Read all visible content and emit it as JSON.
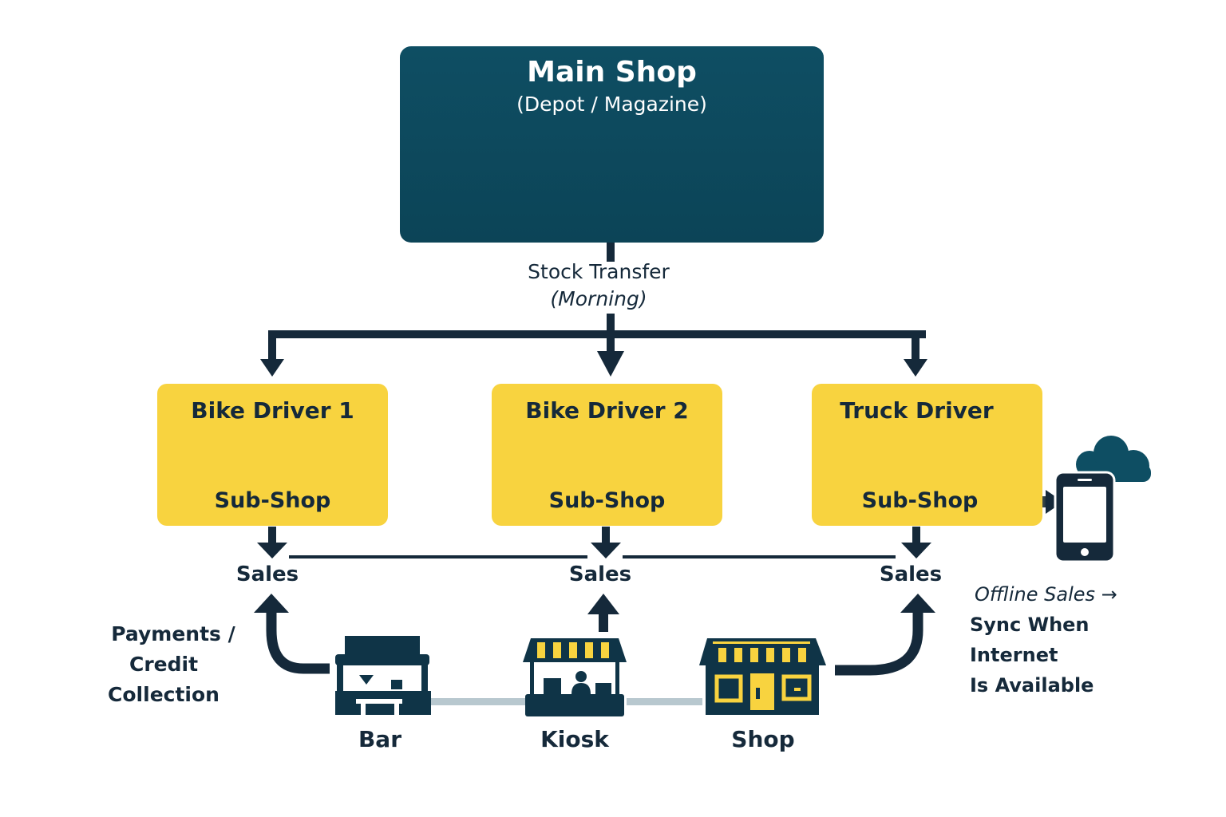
{
  "main_shop": {
    "title": "Main Shop",
    "subtitle": "(Depot / Magazine)",
    "icon": "warehouse-icon"
  },
  "transfer": {
    "label": "Stock Transfer",
    "timing": "(Morning)"
  },
  "drivers": [
    {
      "title": "Bike Driver 1",
      "role": "Sub-Shop",
      "icon": "motorbike-icon",
      "sales_label": "Sales"
    },
    {
      "title": "Bike Driver 2",
      "role": "Sub-Shop",
      "icon": "motorbike-icon",
      "sales_label": "Sales"
    },
    {
      "title": "Truck Driver",
      "role": "Sub-Shop",
      "icon": "truck-icon",
      "sales_label": "Sales"
    }
  ],
  "outlets": [
    {
      "label": "Bar",
      "icon": "bar-stall-icon"
    },
    {
      "label": "Kiosk",
      "icon": "kiosk-icon"
    },
    {
      "label": "Shop",
      "icon": "storefront-icon"
    }
  ],
  "payments_note": {
    "line1": "Payments /",
    "line2": "Credit Collection"
  },
  "sync_note": {
    "line1": "Offline Sales →",
    "line2": "Sync When Internet",
    "line3": "Is Available",
    "icons": [
      "smartphone-icon",
      "cloud-icon"
    ]
  },
  "colors": {
    "main_box": "#0e4e63",
    "driver_box": "#f8d33f",
    "ink": "#15293a",
    "connector": "#b8c8cf"
  }
}
